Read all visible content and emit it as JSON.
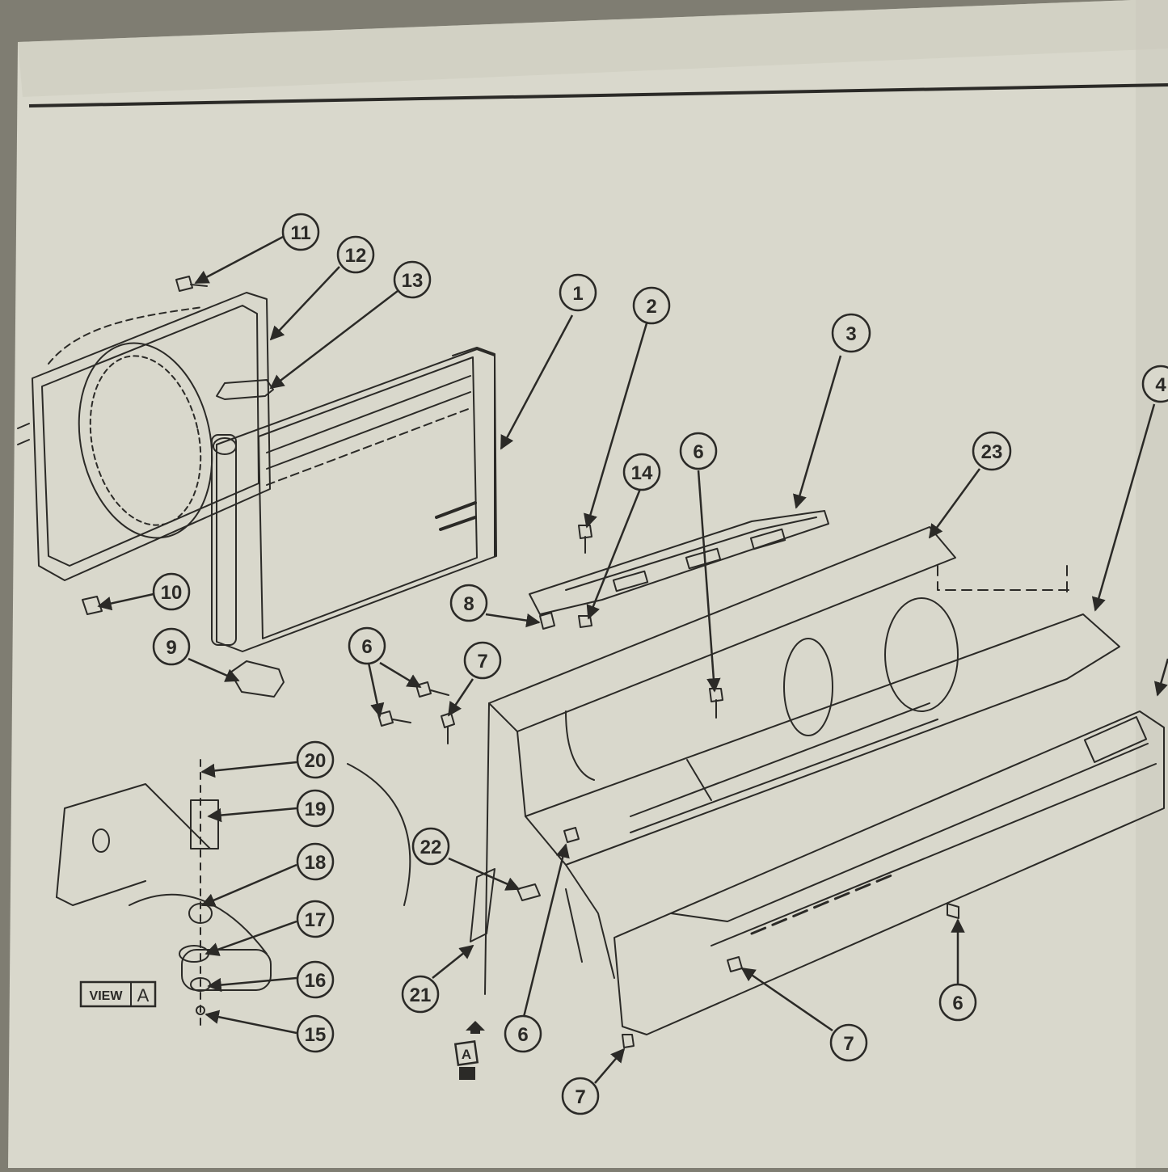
{
  "colors": {
    "paper": "#d9d8cc",
    "paper_shadow": "#c7c6b8",
    "ink": "#2b2a27",
    "edge_dark": "#6e6c63"
  },
  "callouts": [
    {
      "id": "c11",
      "label": "11"
    },
    {
      "id": "c12",
      "label": "12"
    },
    {
      "id": "c13",
      "label": "13"
    },
    {
      "id": "c1",
      "label": "1"
    },
    {
      "id": "c2",
      "label": "2"
    },
    {
      "id": "c3",
      "label": "3"
    },
    {
      "id": "c4",
      "label": "4"
    },
    {
      "id": "c23",
      "label": "23"
    },
    {
      "id": "c14",
      "label": "14"
    },
    {
      "id": "c6a",
      "label": "6"
    },
    {
      "id": "c10",
      "label": "10"
    },
    {
      "id": "c9",
      "label": "9"
    },
    {
      "id": "c8",
      "label": "8"
    },
    {
      "id": "c6b",
      "label": "6"
    },
    {
      "id": "c7a",
      "label": "7"
    },
    {
      "id": "c20",
      "label": "20"
    },
    {
      "id": "c19",
      "label": "19"
    },
    {
      "id": "c18",
      "label": "18"
    },
    {
      "id": "c17",
      "label": "17"
    },
    {
      "id": "c16",
      "label": "16"
    },
    {
      "id": "c15",
      "label": "15"
    },
    {
      "id": "c22",
      "label": "22"
    },
    {
      "id": "c21",
      "label": "21"
    },
    {
      "id": "c6c",
      "label": "6"
    },
    {
      "id": "c6d",
      "label": "6"
    },
    {
      "id": "c7b",
      "label": "7"
    },
    {
      "id": "c7c",
      "label": "7"
    }
  ],
  "view_label": {
    "word": "VIEW",
    "letter": "A"
  },
  "view_marker": {
    "letter": "A"
  }
}
